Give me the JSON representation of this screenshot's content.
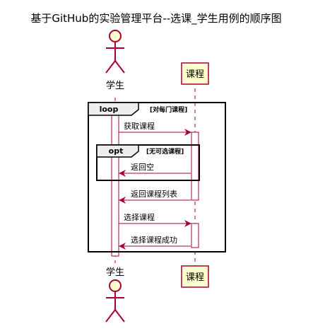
{
  "title": "基于GitHub的实验管理平台--选课_学生用例的顺序图",
  "participants": {
    "actor": "学生",
    "lifeline": "课程"
  },
  "fragments": {
    "loop": {
      "keyword": "loop",
      "guard": "[对每门课程]"
    },
    "opt": {
      "keyword": "opt",
      "guard": "[无可选课程]"
    }
  },
  "messages": [
    {
      "label": "获取课程",
      "direction": "request"
    },
    {
      "label": "返回空",
      "direction": "reply"
    },
    {
      "label": "返回课程列表",
      "direction": "reply"
    },
    {
      "label": "选择课程",
      "direction": "request"
    },
    {
      "label": "选择课程成功",
      "direction": "reply"
    }
  ],
  "colors": {
    "actor_fill": "#FEFECE",
    "line": "#A80036",
    "text": "#000000"
  }
}
